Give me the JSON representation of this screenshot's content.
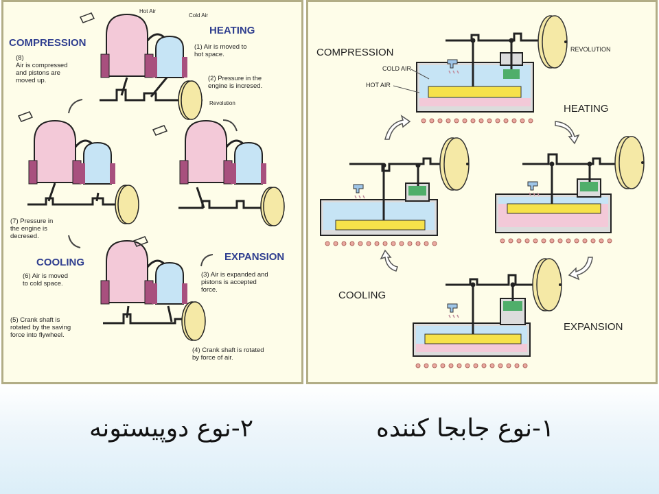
{
  "left_diagram": {
    "labels": {
      "hot_air": "Hot Air",
      "cold_air": "Cold Air",
      "compression": "COMPRESSION",
      "heating": "HEATING",
      "cooling": "COOLING",
      "expansion": "EXPANSION",
      "revolution": "Revolution"
    },
    "notes": {
      "n1a": "(1) Air is moved to",
      "n1b": "hot space.",
      "n2a": "(2) Pressure in the",
      "n2b": "engine is incresed.",
      "n3a": "(3) Air is expanded and",
      "n3b": "pistons is accepted",
      "n3c": "force.",
      "n4a": "(4) Crank shaft is rotated",
      "n4b": "by force of air.",
      "n5a": "(5) Crank shaft is",
      "n5b": "rotated by the saving",
      "n5c": "force into flywheel.",
      "n6a": "(6) Air is moved",
      "n6b": "to cold space.",
      "n7a": "(7) Pressure in",
      "n7b": "the engine is",
      "n7c": "decresed.",
      "n8a": "(8)",
      "n8b": "Air is compressed",
      "n8c": "and pistons are",
      "n8d": "moved up."
    }
  },
  "right_diagram": {
    "labels": {
      "compression": "COMPRESSION",
      "heating": "HEATING",
      "cooling": "COOLING",
      "expansion": "EXPANSION",
      "revolution": "REVOLUTION",
      "cold_air": "COLD AIR",
      "hot_air": "HOT AIR"
    }
  },
  "captions": {
    "type1": "۱-نوع جابجا کننده",
    "type2": "۲-نوع دوپیستونه"
  },
  "colors": {
    "pink": "#f3c9d8",
    "blue": "#c6e4f5",
    "yellow": "#f6e24a",
    "green": "#4fae6a",
    "magenta": "#a8507e",
    "flywheel": "#f5e9a6",
    "accent_text": "#2f3e8f"
  }
}
